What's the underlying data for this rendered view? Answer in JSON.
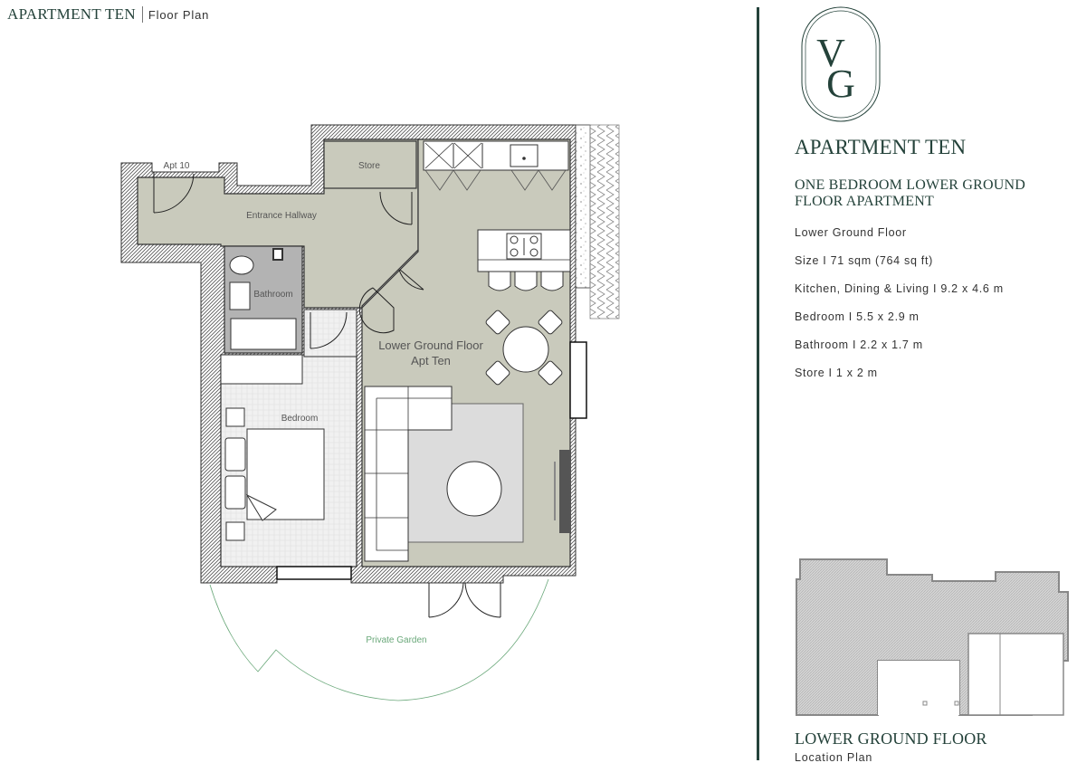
{
  "header": {
    "title": "APARTMENT TEN",
    "subtitle": "Floor Plan"
  },
  "plan": {
    "rooms": {
      "apt_door": "Apt 10",
      "store": "Store",
      "hallway": "Entrance Hallway",
      "bathroom": "Bathroom",
      "main_line1": "Lower Ground Floor",
      "main_line2": "Apt Ten",
      "bedroom": "Bedroom",
      "garden": "Private Garden"
    }
  },
  "sidebar": {
    "logo_letters": [
      "V",
      "G"
    ],
    "apartment_title": "APARTMENT TEN",
    "apartment_subtitle": "ONE BEDROOM LOWER GROUND FLOOR APARTMENT",
    "specs": [
      "Lower Ground Floor",
      "Size I 71 sqm (764 sq ft)",
      "Kitchen, Dining & Living I 9.2 x 4.6 m",
      "Bedroom I 5.5 x 2.9 m",
      "Bathroom I 2.2 x 1.7 m",
      "Store I 1 x 2 m"
    ],
    "location_title": "LOWER GROUND FLOOR",
    "location_subtitle": "Location Plan"
  },
  "colors": {
    "brand_green": "#24423a",
    "floor_fill": "#c9cabc",
    "bath_fill": "#b3b3b3",
    "garden_line": "#6aa87a"
  }
}
